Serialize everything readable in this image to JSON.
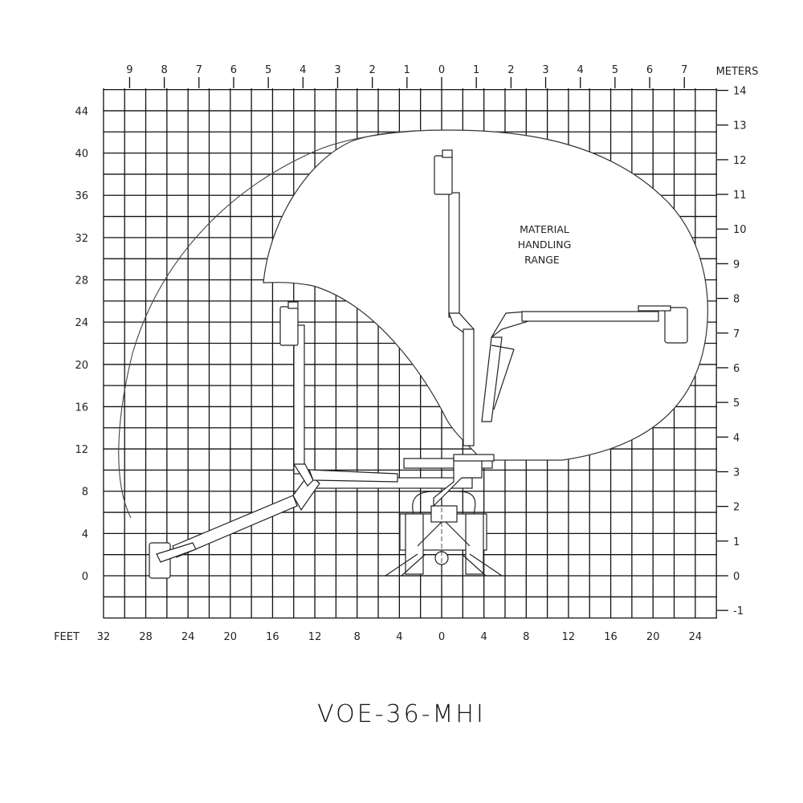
{
  "title": "VOE-36-MHI",
  "region_label": [
    "MATERIAL",
    "HANDLING",
    "RANGE"
  ],
  "axes": {
    "top_unit": "METERS",
    "bottom_unit": "FEET",
    "top_ticks": [
      "9",
      "8",
      "7",
      "6",
      "5",
      "4",
      "3",
      "2",
      "1",
      "0",
      "1",
      "2",
      "3",
      "4",
      "5",
      "6",
      "7"
    ],
    "bottom_ticks": [
      "32",
      "28",
      "24",
      "20",
      "16",
      "12",
      "8",
      "4",
      "0",
      "4",
      "8",
      "12",
      "16",
      "20",
      "24"
    ],
    "left_ticks": [
      "44",
      "40",
      "36",
      "32",
      "28",
      "24",
      "20",
      "16",
      "12",
      "8",
      "4",
      "0"
    ],
    "right_ticks": [
      "14",
      "13",
      "12",
      "11",
      "10",
      "9",
      "8",
      "7",
      "6",
      "5",
      "4",
      "3",
      "2",
      "1",
      "0",
      "-1"
    ]
  },
  "chart_data": {
    "type": "diagram",
    "title": "VOE-36-MHI",
    "x_units": [
      "feet",
      "meters"
    ],
    "y_units": [
      "feet",
      "meters"
    ],
    "x_range_ft": [
      -32,
      26
    ],
    "y_range_ft": [
      -4,
      46
    ],
    "grid_step_ft": 2,
    "annotations": [
      "MATERIAL HANDLING RANGE"
    ],
    "boom_positions": [
      "stowed-down-left (platform ~28 ft left, ~1 ft high)",
      "vertical at ~13 ft left (platform ~24 ft)",
      "full vertical (platform ~40 ft)",
      "horizontal reach right (platform ~22 ft right, ~24 ft high)"
    ],
    "max_working_height_ft": 42,
    "max_side_reach_ft": 25
  }
}
